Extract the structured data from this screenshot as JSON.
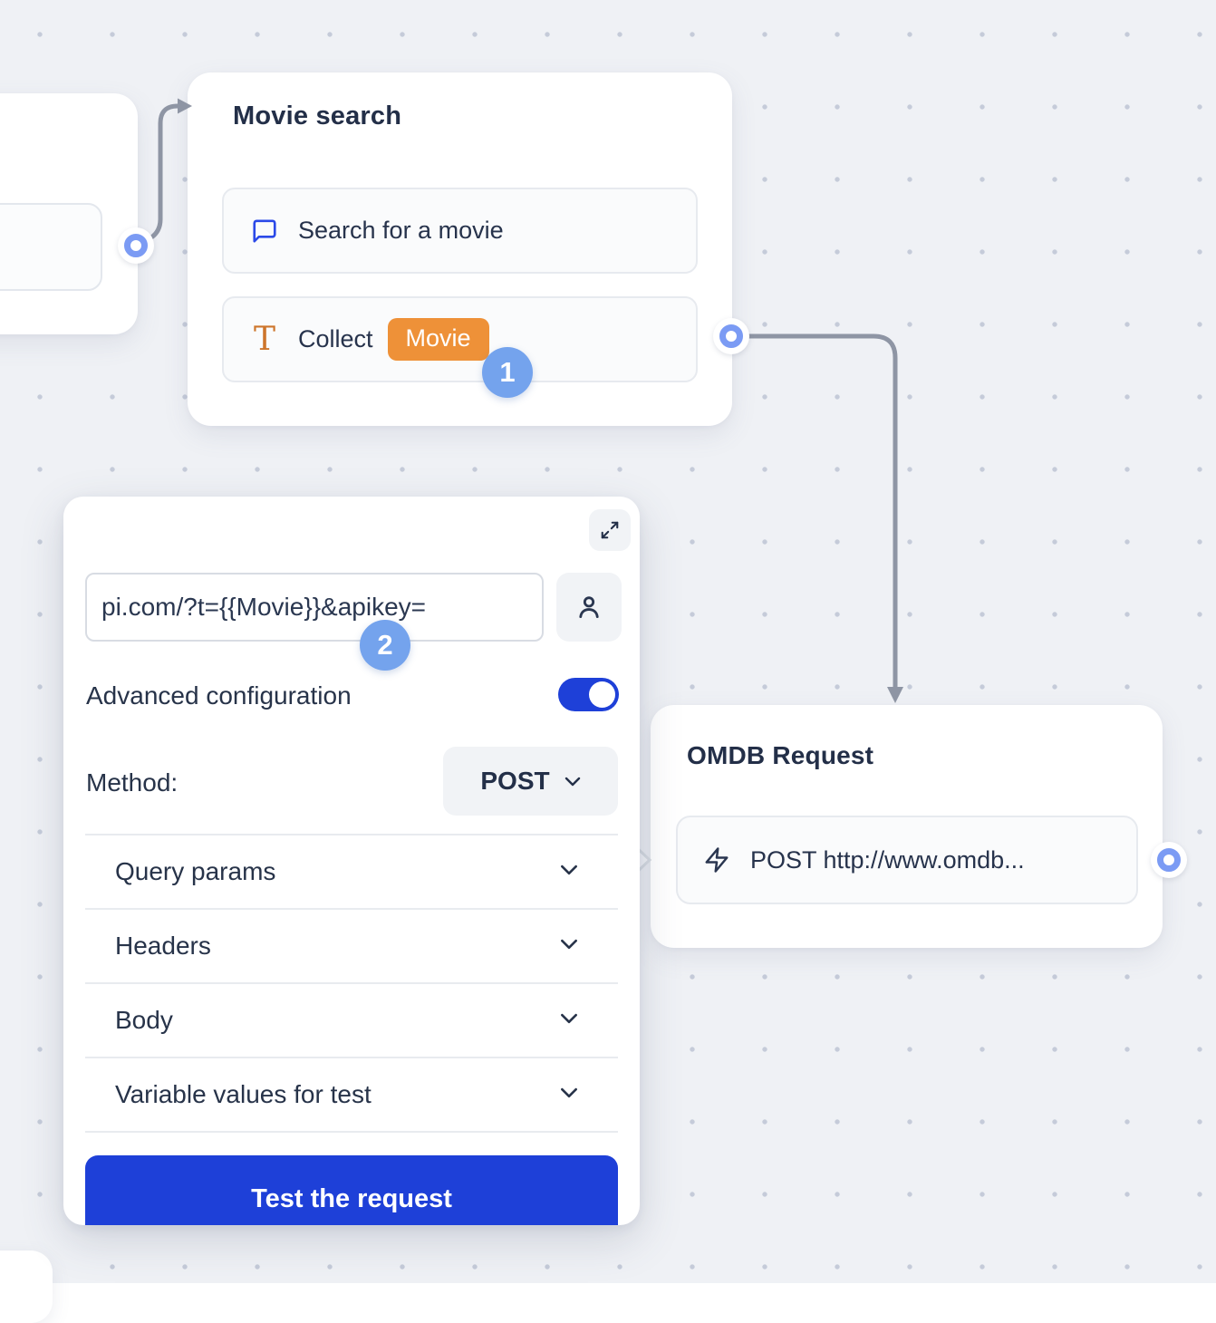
{
  "nodes": {
    "movie_search": {
      "title": "Movie search",
      "items": [
        {
          "icon": "chat-bubble-icon",
          "label": "Search for a movie"
        },
        {
          "icon": "text-input-icon",
          "label": "Collect",
          "variable": "Movie"
        }
      ],
      "step_badge": "1"
    },
    "omdb_request": {
      "title": "OMDB Request",
      "items": [
        {
          "icon": "zap-icon",
          "label": "POST http://www.omdb..."
        }
      ]
    }
  },
  "config_panel": {
    "url_input": {
      "value": "pi.com/?t={{Movie}}&apikey="
    },
    "step_badge": "2",
    "advanced_toggle_label": "Advanced configuration",
    "advanced_enabled": true,
    "method_label": "Method:",
    "method_value": "POST",
    "sections": [
      "Query params",
      "Headers",
      "Body",
      "Variable values for test"
    ],
    "test_button_label": "Test the request"
  },
  "colors": {
    "canvas_bg": "#EFF1F5",
    "dot_gray": "#C5CBD9",
    "accent_blue": "#1E40D8",
    "port_ring_blue": "#7B9BF4",
    "step_badge_blue": "#74A3ED",
    "variable_orange": "#EE9138",
    "icon_orange": "#CD752B",
    "bubble_icon_blue": "#2B49E8",
    "connector_gray": "#8E95A4",
    "text_dark_navy": "#232F48"
  }
}
